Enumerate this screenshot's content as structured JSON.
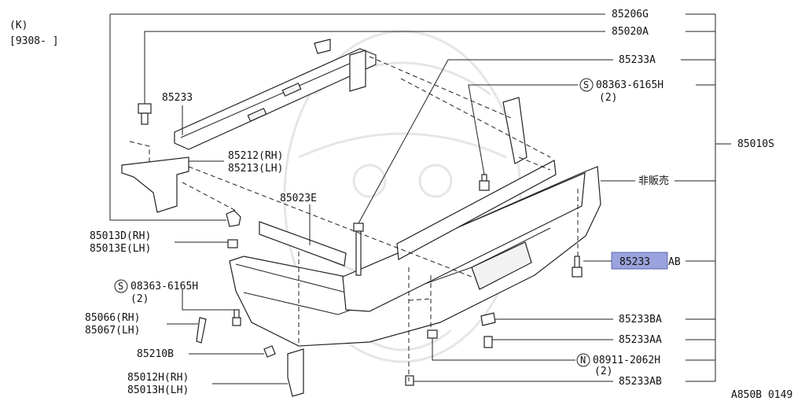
{
  "header": {
    "model": "(K)",
    "date_range": "[9308-        ]"
  },
  "parts": {
    "p85206G": "85206G",
    "p85020A": "85020A",
    "p85233A": "85233A",
    "p08363_r": "08363-6165H",
    "p08363_r_qty": "(2)",
    "p85010S": "85010S",
    "p85233": "85233",
    "p85212": "85212(RH)",
    "p85213": "85213(LH)",
    "p85023E": "85023E",
    "p_hihanbai": "非販売",
    "p85013D": "85013D(RH)",
    "p85013E": "85013E(LH)",
    "p85233AB_hl": "85233",
    "p85233AB_tail": "AB",
    "p08363_l": "08363-6165H",
    "p08363_l_qty": "(2)",
    "p85066": "85066(RH)",
    "p85067": "85067(LH)",
    "p85233BA": "85233BA",
    "p85233AA": "85233AA",
    "p85210B": "85210B",
    "p08911": "08911-2062H",
    "p08911_qty": "(2)",
    "p85012H": "85012H(RH)",
    "p85013H": "85013H(LH)",
    "p85233AB_b": "85233AB"
  },
  "symbols": {
    "s": "S",
    "n": "N"
  },
  "footer": {
    "code": "A850B 0149"
  },
  "colors": {
    "highlight": "#9aa3dd",
    "highlight_border": "#5a64b0"
  }
}
